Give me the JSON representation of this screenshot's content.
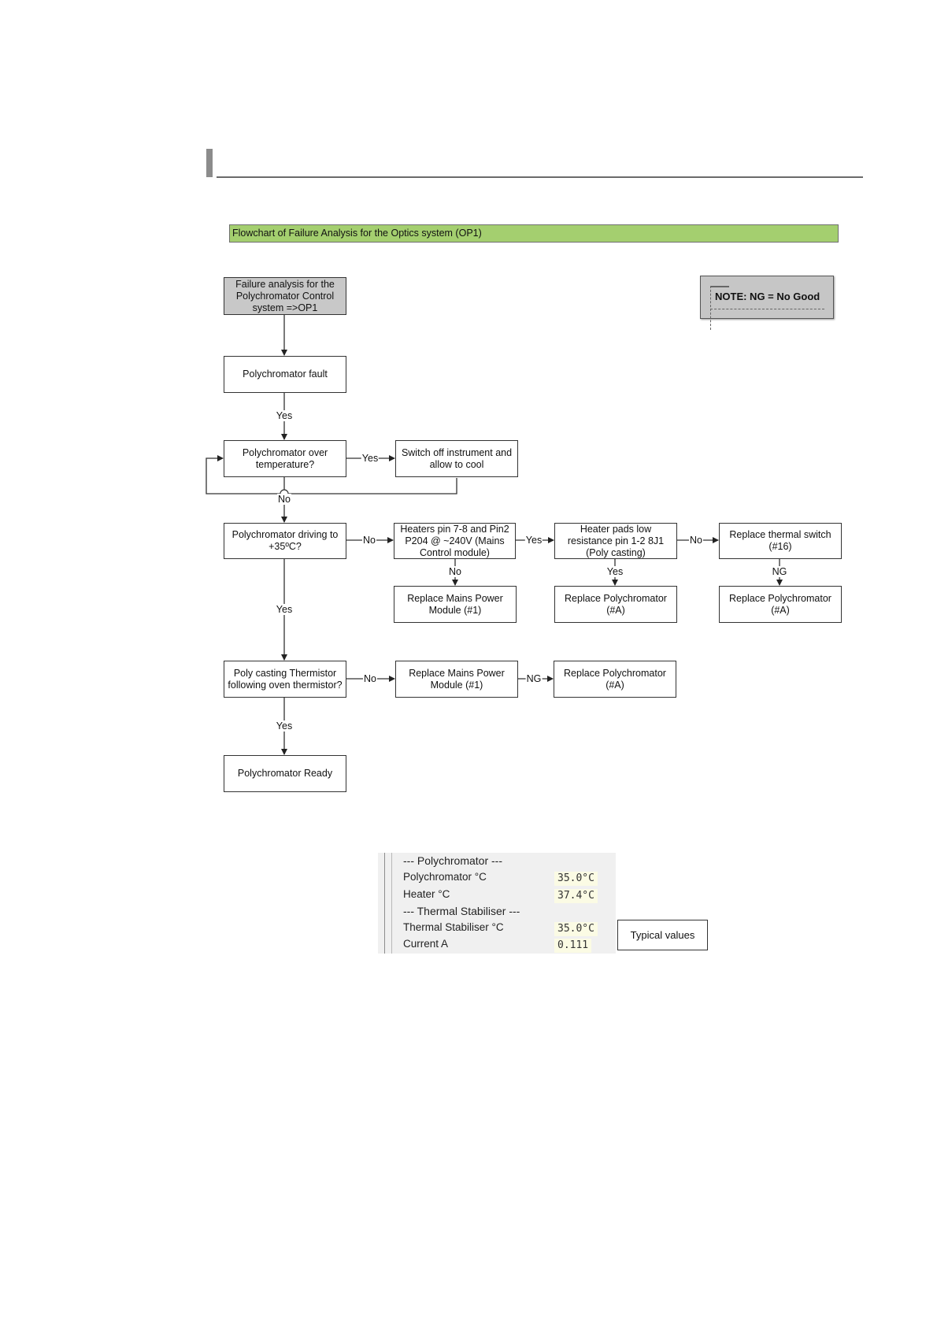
{
  "flowchart": {
    "title": "Flowchart of Failure Analysis for the Optics system (OP1)",
    "note": "NOTE: NG = No Good",
    "nodes": {
      "start": "Failure analysis for the Polychromator Control system =>OP1",
      "fault": "Polychromator fault",
      "over_temp": "Polychromator over temperature?",
      "switch_off": "Switch off instrument and allow to cool",
      "driving": "Polychromator driving to +35ºC?",
      "heaters": "Heaters pin 7-8 and Pin2 P204 @ ~240V (Mains Control module)",
      "heater_pads": "Heater pads low resistance pin 1-2 8J1 (Poly casting)",
      "replace_thermal_switch": "Replace thermal switch (#16)",
      "replace_mains_1": "Replace Mains Power Module (#1)",
      "replace_poly_1": "Replace Polychromator (#A)",
      "replace_poly_2": "Replace Polychromator (#A)",
      "thermistor": "Poly casting Thermistor following oven thermistor?",
      "replace_mains_2": "Replace Mains Power Module (#1)",
      "replace_poly_3": "Replace Polychromator (#A)",
      "ready": "Polychromator Ready"
    },
    "edge_labels": {
      "fault_yes": "Yes",
      "over_temp_yes": "Yes",
      "over_temp_no": "No",
      "driving_no": "No",
      "heaters_yes": "Yes",
      "heater_pads_no": "No",
      "heaters_no": "No",
      "heater_pads_yes": "Yes",
      "thermal_switch_ng": "NG",
      "driving_yes": "Yes",
      "thermistor_no": "No",
      "mains_ng": "NG",
      "thermistor_yes": "Yes"
    }
  },
  "panel": {
    "poly_section": "--- Polychromator ---",
    "poly_temp_label": "Polychromator °C",
    "poly_temp_value": "35.0°C",
    "heater_label": "Heater °C",
    "heater_value": "37.4°C",
    "stab_section": "--- Thermal Stabiliser ---",
    "stab_temp_label": "Thermal Stabiliser °C",
    "stab_temp_value": "35.0°C",
    "current_label": "Current A",
    "current_value": "0.111",
    "typical_label": "Typical values"
  }
}
